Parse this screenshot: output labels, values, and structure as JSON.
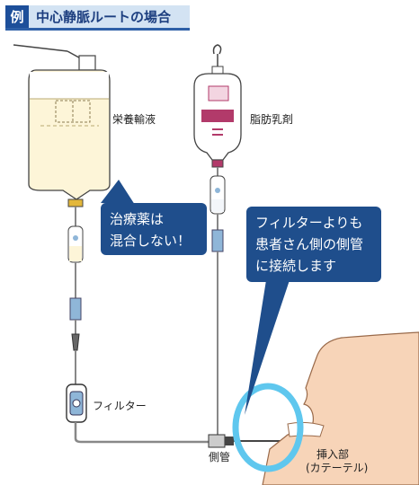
{
  "header": {
    "tag": "例",
    "title": "中心静脈ルートの場合"
  },
  "labels": {
    "nutrient_bag": "栄養輸液",
    "lipid_bottle": "脂肪乳剤",
    "filter": "フィルター",
    "side_port": "側管",
    "insertion_site": "挿入部",
    "insertion_site_sub": "(カテーテル)"
  },
  "bubbles": {
    "left": [
      "治療薬は",
      "混合しない！"
    ],
    "right": [
      "フィルターよりも",
      "患者さん側の側管",
      "に接続します"
    ]
  },
  "colors": {
    "header_bg": "#d3e3f3",
    "header_dark": "#1d4f9a",
    "bubble": "#1f4e8c",
    "bag_fluid": "#fdf5d8",
    "lipid_accent": "#b23a6a",
    "tube_blue": "#8fb6d8",
    "skin": "#f7d4b8",
    "highlight_circle": "#5fc7ee"
  }
}
